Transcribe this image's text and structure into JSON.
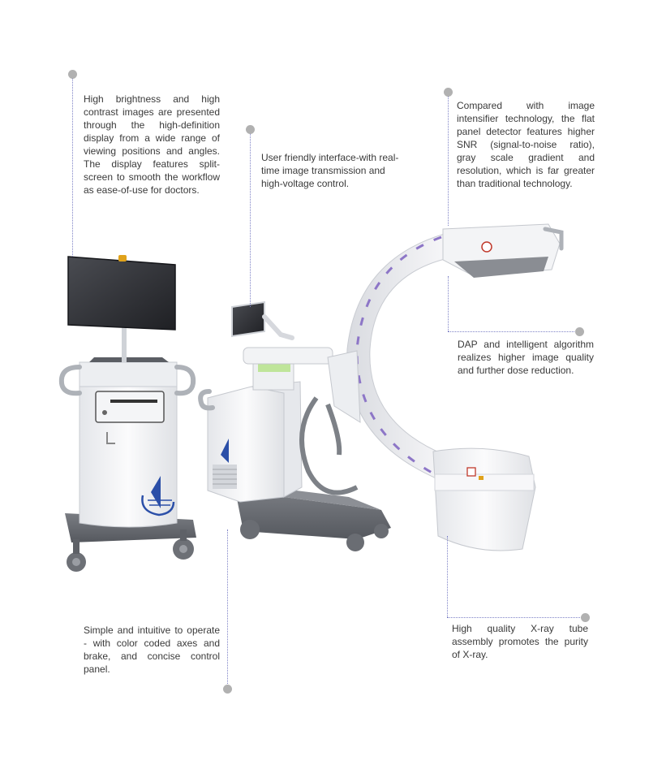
{
  "callouts": {
    "display": "High brightness and high contrast images are presented through the high-definition display from a wide range of viewing positions and angles. The display features split-screen to smooth the workflow as ease-of-use for doctors.",
    "interface": "User friendly interface-with real-time image transmission and high-voltage control.",
    "detector": "Compared with image intensifier technology, the flat panel detector features higher SNR (signal-to-noise ratio), gray scale gradient and resolution, which is far greater than traditional technology.",
    "dap": "DAP and intelligent algorithm realizes higher image quality and further dose reduction.",
    "control": "Simple and intuitive to operate - with color coded axes and brake, and concise control panel.",
    "xray_tube": "High quality X-ray tube assembly promotes the purity of X-ray."
  },
  "colors": {
    "leader_line": "#7e82c6",
    "dot": "#b1b1b1",
    "text": "#3a3a3a",
    "brand_blue": "#2b4fa8"
  }
}
